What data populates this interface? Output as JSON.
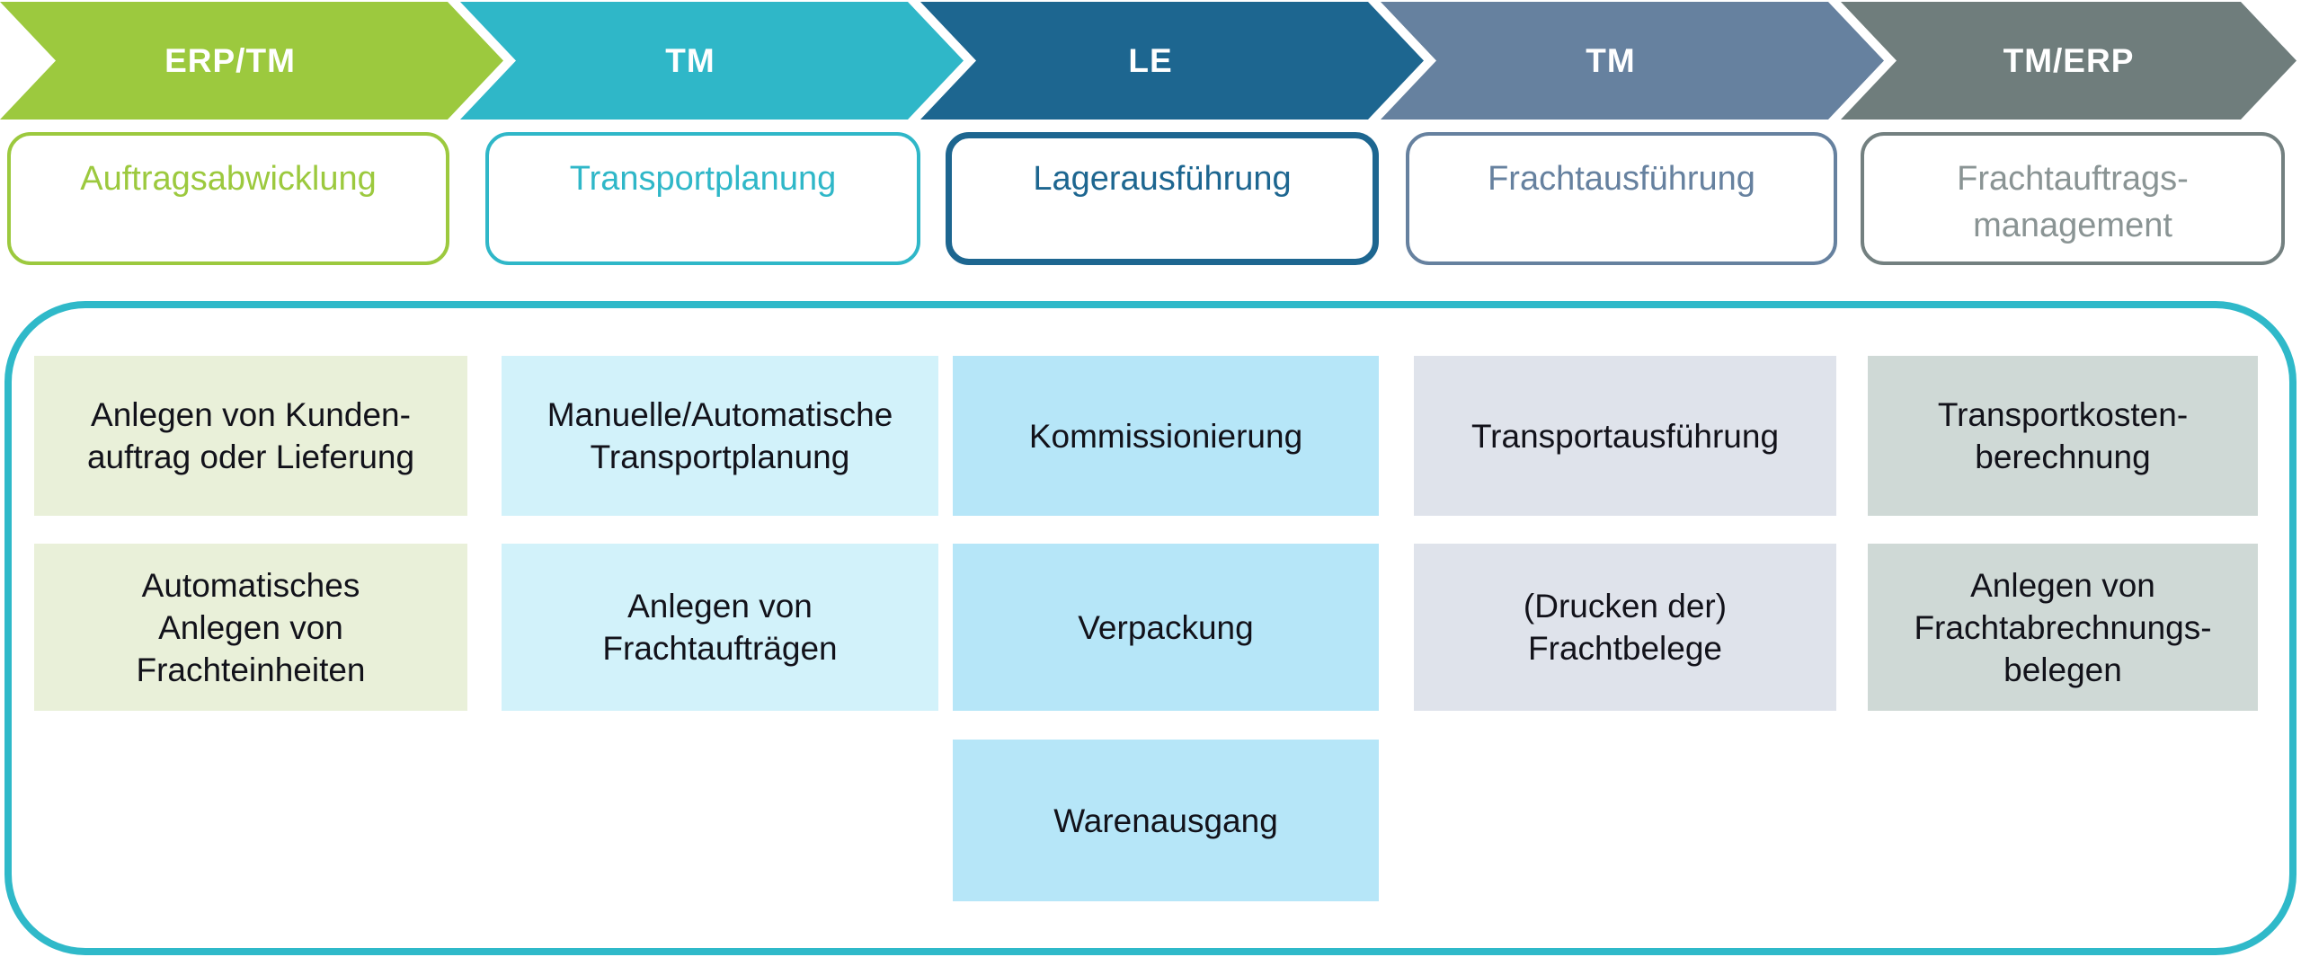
{
  "ui": {
    "background": "#FFFFFF",
    "task_text_color": "#12121A",
    "chevron_text_color": "#FFFFFF",
    "panel_border_color": "#2FB9C9"
  },
  "stages": [
    {
      "system": "ERP/TM",
      "phase": "Auftragsabwicklung",
      "chevron_color": "#9CC93E",
      "phase_border_color": "#9CC93E",
      "phase_text_color": "#9CC93E",
      "task_bg": "#E9F0D9",
      "tasks": [
        "Anlegen von Kunden-\nauftrag oder Lieferung",
        "Automatisches\nAnlegen von\nFrachteinheiten"
      ]
    },
    {
      "system": "TM",
      "phase": "Transportplanung",
      "chevron_color": "#2FB7C8",
      "phase_border_color": "#2FB7C8",
      "phase_text_color": "#2FB7C8",
      "task_bg": "#D2F2FA",
      "tasks": [
        "Manuelle/Automatische\nTransportplanung",
        "Anlegen von\nFrachtaufträgen"
      ]
    },
    {
      "system": "LE",
      "phase": "Lagerausführung",
      "chevron_color": "#1D6690",
      "phase_border_color": "#1D6690",
      "phase_text_color": "#1D6690",
      "task_bg": "#B6E6F8",
      "tasks": [
        "Kommissionierung",
        "Verpackung",
        "Warenausgang"
      ]
    },
    {
      "system": "TM",
      "phase": "Frachtausführung",
      "chevron_color": "#66819F",
      "phase_border_color": "#66819F",
      "phase_text_color": "#66819F",
      "task_bg": "#DFE3EB",
      "tasks": [
        "Transportausführung",
        "(Drucken der)\nFrachtbelege"
      ]
    },
    {
      "system": "TM/ERP",
      "phase": "Frachtauftrags-\nmanagement",
      "chevron_color": "#6F7D7C",
      "phase_border_color": "#738080",
      "phase_text_color": "#8A9494",
      "task_bg": "#CFD9D6",
      "tasks": [
        "Transportkosten-\nberechnung",
        "Anlegen von\nFrachtabrechnungs-\nbelegen"
      ]
    }
  ]
}
